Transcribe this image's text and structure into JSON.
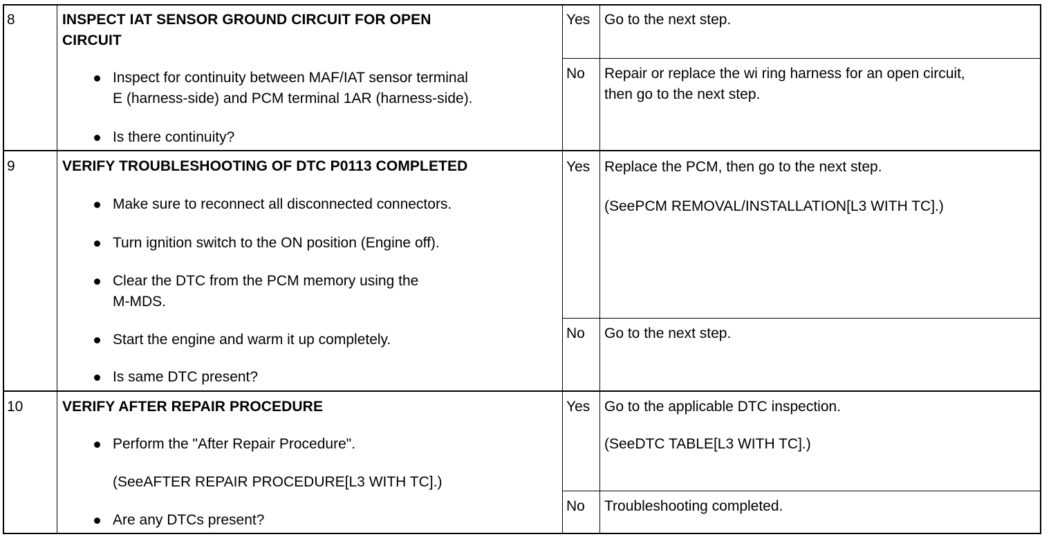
{
  "rows": [
    {
      "step": "8",
      "title_lines": [
        "INSPECT IAT SENSOR GROUND CIRCUIT FOR OPEN",
        "CIRCUIT"
      ],
      "actions": [
        {
          "lines": [
            "Inspect for continuity between MAF/IAT sensor terminal",
            "E (harness-side) and PCM terminal 1AR (harness-side)."
          ]
        },
        {
          "lines": [
            "Is there continuity?"
          ]
        }
      ],
      "results": [
        {
          "answer": "Yes",
          "text_lines": [
            "Go to the next step."
          ]
        },
        {
          "answer": "No",
          "text_lines": [
            "Repair or replace the wi ring harness for an open circuit,",
            "then go to the next step."
          ]
        }
      ]
    },
    {
      "step": "9",
      "title_lines": [
        "VERIFY TROUBLESHOOTING OF DTC P0113 COMPLETED"
      ],
      "actions": [
        {
          "lines": [
            "Make sure to reconnect all disconnected connectors."
          ]
        },
        {
          "lines": [
            "Turn ignition switch to the ON position (Engine off)."
          ]
        },
        {
          "lines": [
            "Clear the DTC from the PCM memory using the",
            "M-MDS."
          ]
        },
        {
          "lines": [
            "Start the engine and warm it up completely."
          ]
        },
        {
          "lines": [
            "Is same DTC present?"
          ]
        }
      ],
      "results": [
        {
          "answer": "Yes",
          "text_lines": [
            "Replace the PCM, then go to the next step.",
            "(SeePCM REMOVAL/INSTALLATION[L3 WITH TC].)"
          ]
        },
        {
          "answer": "No",
          "text_lines": [
            "Go to the next step."
          ]
        }
      ]
    },
    {
      "step": "10",
      "title_lines": [
        "VERIFY AFTER REPAIR PROCEDURE"
      ],
      "actions": [
        {
          "lines": [
            "Perform the \"After Repair Procedure\"."
          ]
        },
        {
          "note": "(SeeAFTER REPAIR PROCEDURE[L3 WITH TC].)"
        },
        {
          "lines": [
            "Are any DTCs present?"
          ]
        }
      ],
      "results": [
        {
          "answer": "Yes",
          "text_lines": [
            "Go to the applicable DTC inspection.",
            "(SeeDTC TABLE[L3 WITH TC].)"
          ]
        },
        {
          "answer": "No",
          "text_lines": [
            "Troubleshooting completed."
          ]
        }
      ]
    }
  ]
}
